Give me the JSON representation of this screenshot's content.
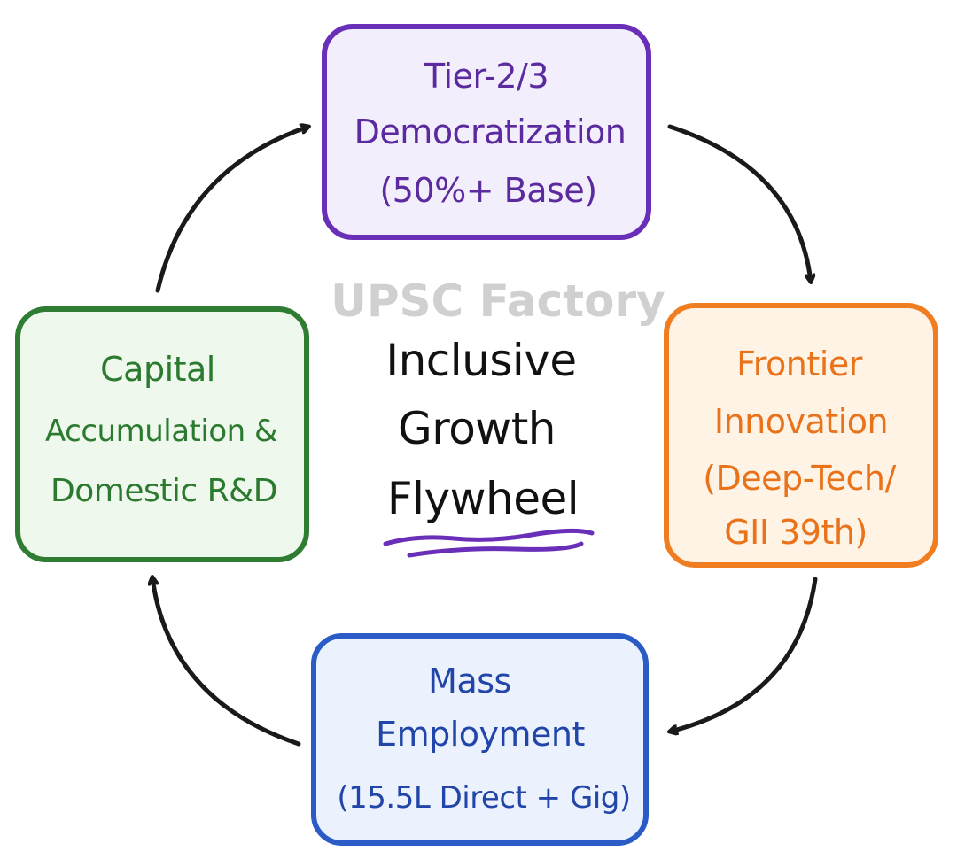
{
  "watermark": "UPSC Factory",
  "center": {
    "lines": [
      "Inclusive",
      "Growth",
      "Flywheel"
    ],
    "underline_color": "#6a2fb8"
  },
  "nodes": {
    "top": {
      "lines": [
        "Tier-2/3",
        "Democratization",
        "(50%+ Base)"
      ],
      "border_color": "#6a2fb8",
      "fill_color": "#f3eefc",
      "text_color": "#5a2a9e"
    },
    "right": {
      "lines": [
        "Frontier",
        "Innovation",
        "(Deep-Tech/",
        "GII 39th)"
      ],
      "border_color": "#f07d1f",
      "fill_color": "#fff3e6",
      "text_color": "#e8731a"
    },
    "bottom": {
      "lines": [
        "Mass",
        "Employment",
        "(15.5L Direct + Gig)"
      ],
      "border_color": "#2a5bc6",
      "fill_color": "#ecf2fd",
      "text_color": "#2145a8"
    },
    "left": {
      "lines": [
        "Capital",
        "Accumulation &",
        "Domestic R&D"
      ],
      "border_color": "#2e7d32",
      "fill_color": "#eef8ec",
      "text_color": "#2b7a2f"
    }
  },
  "arrow_color": "#1a1a1a"
}
